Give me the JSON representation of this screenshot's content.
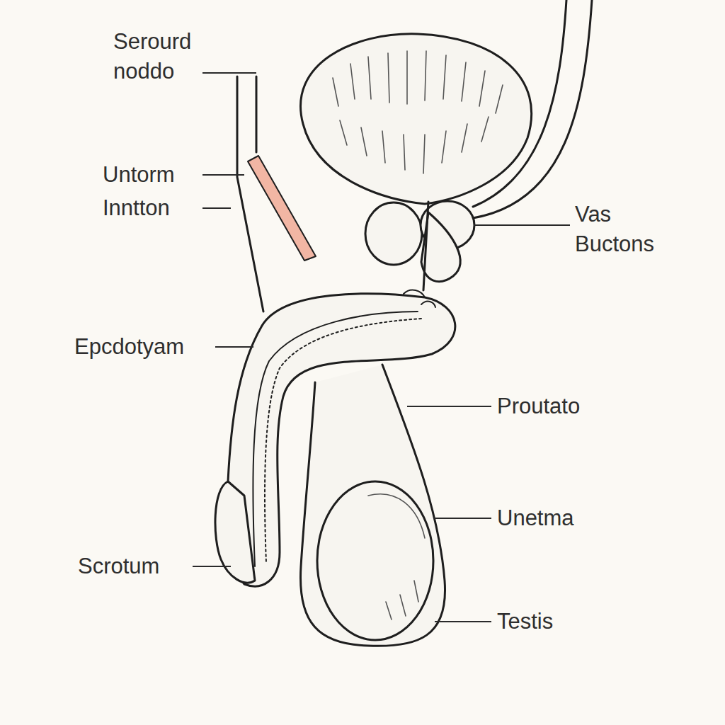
{
  "diagram": {
    "labels": [
      "Serourd noddo",
      "Untorm",
      "Inntton",
      "Vas Buctons",
      "Epcdotyam",
      "Proutato",
      "Unetma",
      "Scrotum",
      "Testis"
    ]
  }
}
